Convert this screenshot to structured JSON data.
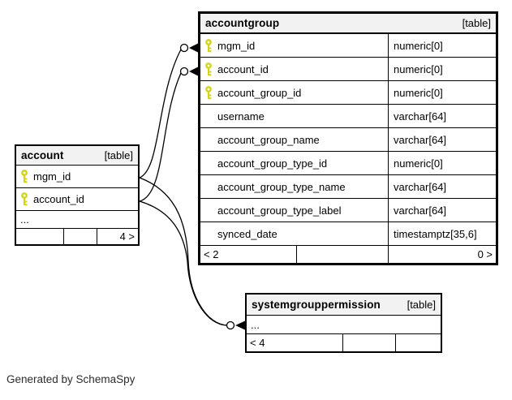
{
  "diagram": {
    "footer_note": "Generated by SchemaSpy",
    "colors": {
      "background": "#ffffff",
      "border": "#000000",
      "header_bg": "#f2f2f2",
      "primary_key": "#d6d411"
    }
  },
  "tables": {
    "accountgroup": {
      "title": "accountgroup",
      "badge": "[table]",
      "columns": [
        {
          "name": "mgm_id",
          "type": "numeric[0]",
          "primary_key": true
        },
        {
          "name": "account_id",
          "type": "numeric[0]",
          "primary_key": true
        },
        {
          "name": "account_group_id",
          "type": "numeric[0]",
          "primary_key": true
        },
        {
          "name": "username",
          "type": "varchar[64]",
          "primary_key": false
        },
        {
          "name": "account_group_name",
          "type": "varchar[64]",
          "primary_key": false
        },
        {
          "name": "account_group_type_id",
          "type": "numeric[0]",
          "primary_key": false
        },
        {
          "name": "account_group_type_name",
          "type": "varchar[64]",
          "primary_key": false
        },
        {
          "name": "account_group_type_label",
          "type": "varchar[64]",
          "primary_key": false
        },
        {
          "name": "synced_date",
          "type": "timestamptz[35,6]",
          "primary_key": false
        }
      ],
      "footer": {
        "left": "< 2",
        "middle": "",
        "right": "0 >"
      }
    },
    "account": {
      "title": "account",
      "badge": "[table]",
      "columns": [
        {
          "name": "mgm_id",
          "primary_key": true
        },
        {
          "name": "account_id",
          "primary_key": true
        }
      ],
      "ellipsis": "...",
      "footer": {
        "left": "",
        "middle": "",
        "right": "4 >"
      }
    },
    "systemgrouppermission": {
      "title": "systemgrouppermission",
      "badge": "[table]",
      "ellipsis": "...",
      "footer": {
        "left": "< 4",
        "middle": "",
        "right": ""
      }
    }
  }
}
